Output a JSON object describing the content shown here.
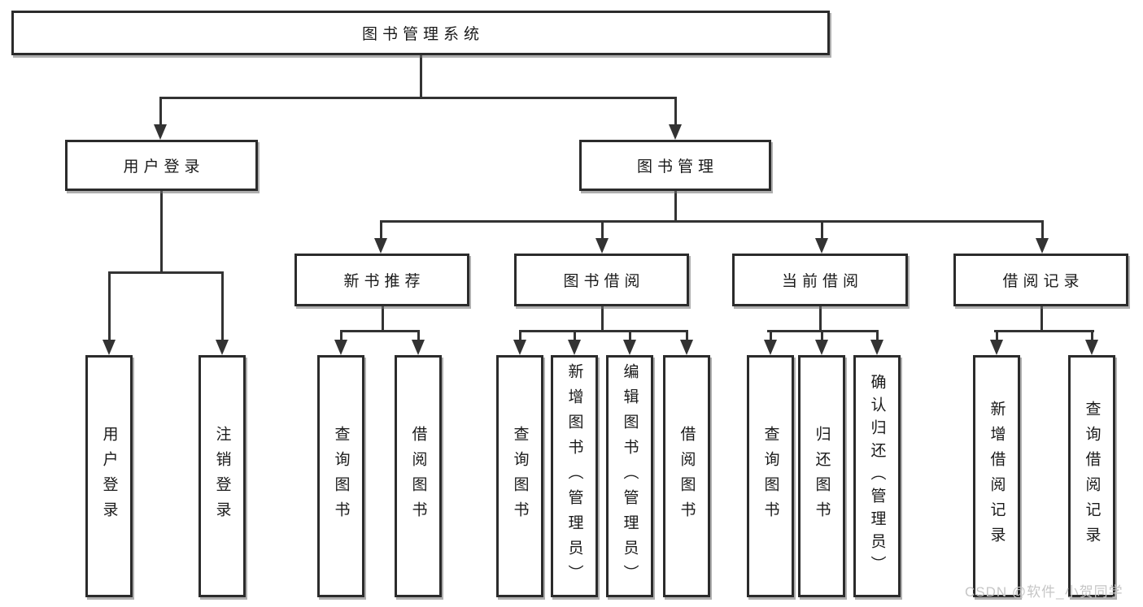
{
  "diagram": {
    "root": {
      "label": "图书管理系统"
    },
    "branches": [
      {
        "label": "用户登录",
        "children": [
          {
            "label": "用户登录"
          },
          {
            "label": "注销登录"
          }
        ]
      },
      {
        "label": "图书管理",
        "children": [
          {
            "label": "新书推荐",
            "children": [
              {
                "label": "查询图书"
              },
              {
                "label": "借阅图书"
              }
            ]
          },
          {
            "label": "图书借阅",
            "children": [
              {
                "label": "查询图书"
              },
              {
                "label": "新增图书（管理员）"
              },
              {
                "label": "编辑图书（管理员）"
              },
              {
                "label": "借阅图书"
              }
            ]
          },
          {
            "label": "当前借阅",
            "children": [
              {
                "label": "查询图书"
              },
              {
                "label": "归还图书"
              },
              {
                "label": "确认归还（管理员）"
              }
            ]
          },
          {
            "label": "借阅记录",
            "children": [
              {
                "label": "新增借阅记录"
              },
              {
                "label": "查询借阅记录"
              }
            ]
          }
        ]
      }
    ]
  },
  "watermark": {
    "text": "CSDN @软件_小贺同学"
  },
  "colors": {
    "line": "#333333",
    "box_border": "#2b2b2b",
    "text": "#1a1a1a",
    "watermark": "#c6c6c6",
    "background": "#ffffff"
  }
}
